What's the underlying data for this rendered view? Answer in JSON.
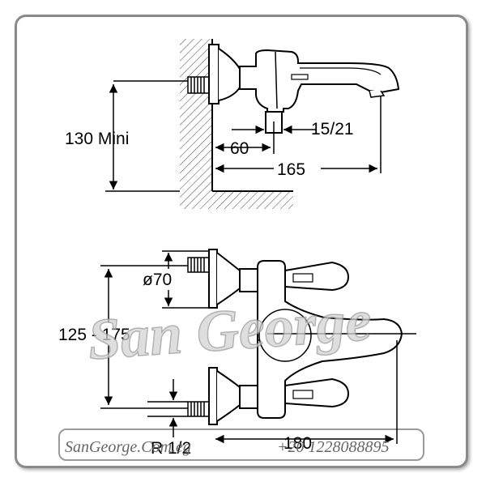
{
  "dimensions": {
    "top_height": "130 Mini",
    "top_offset": "60",
    "top_pipe": "15/21",
    "top_depth": "165",
    "bottom_diameter": "ø70",
    "bottom_range": "125 - 175",
    "bottom_thread": "R 1/2",
    "bottom_depth": "180"
  },
  "watermark": {
    "text": "San George",
    "website": "SanGeorge.Com.eg",
    "phone": "+20 1228088895"
  }
}
